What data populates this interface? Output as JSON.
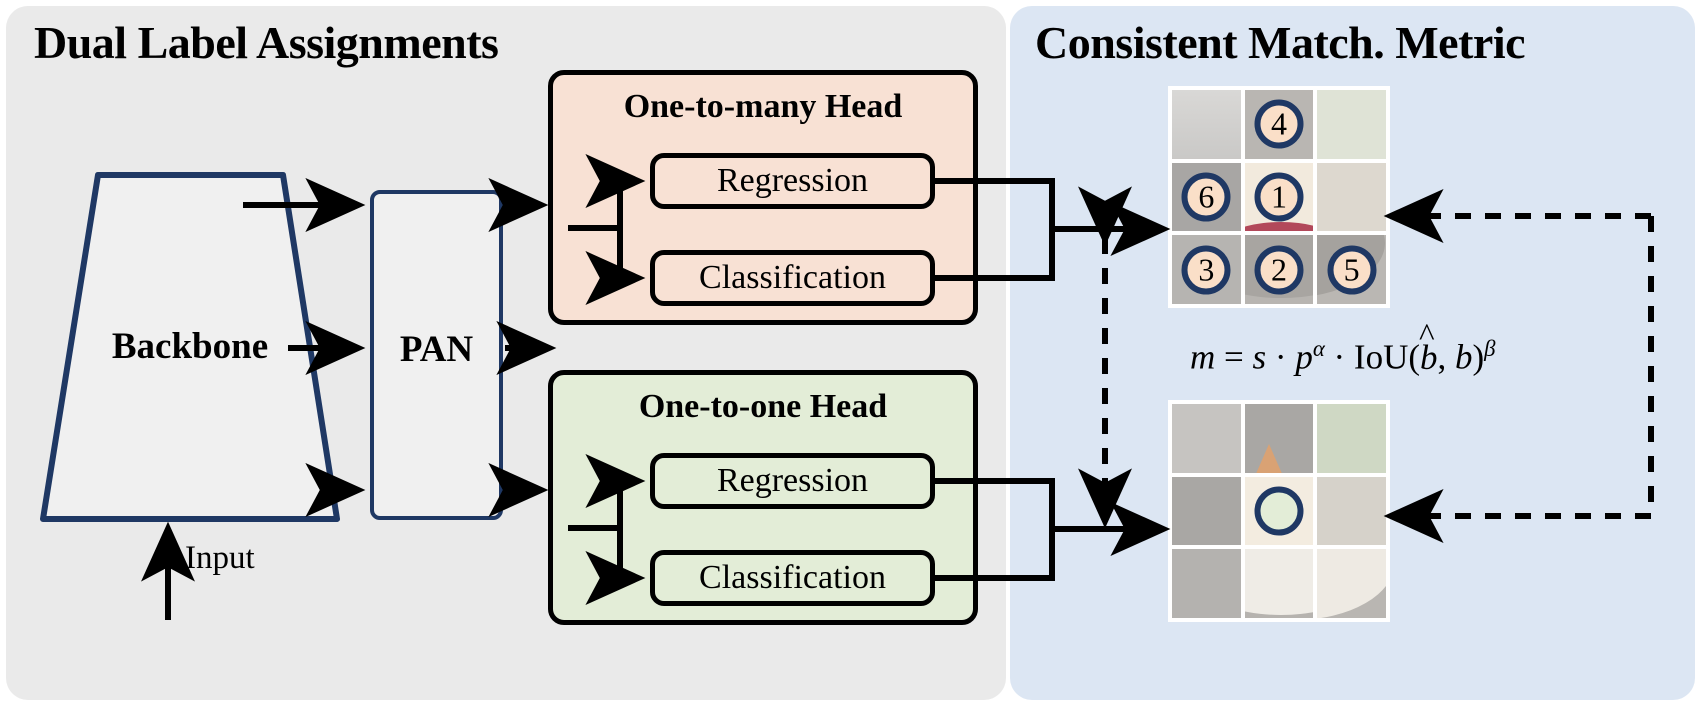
{
  "panels": {
    "left": {
      "title": "Dual Label Assignments",
      "bg": "#eaeaea"
    },
    "right": {
      "title": "Consistent Match. Metric",
      "bg": "#dce6f3"
    }
  },
  "backbone": {
    "label": "Backbone",
    "border_color": "#1f3864",
    "fill": "#f0f0f0"
  },
  "pan": {
    "label": "PAN",
    "border_color": "#1f3864",
    "fill": "#f0f0f0"
  },
  "input": {
    "label": "Input"
  },
  "heads": [
    {
      "id": "one-to-many",
      "title": "One-to-many Head",
      "fill": "#f8e1d4",
      "branches": [
        {
          "label": "Regression"
        },
        {
          "label": "Classification"
        }
      ]
    },
    {
      "id": "one-to-one",
      "title": "One-to-one Head",
      "fill": "#e3edd7",
      "branches": [
        {
          "label": "Regression"
        },
        {
          "label": "Classification"
        }
      ]
    }
  ],
  "formula": {
    "text": "m = s · p^α · IoU(b̂, b)^β",
    "parts": {
      "m": "m",
      "eq": "=",
      "s": "s",
      "dot": "·",
      "p": "p",
      "alpha": "α",
      "iou": "IoU",
      "bhat": "b",
      "b": "b",
      "beta": "β"
    }
  },
  "grids": [
    {
      "id": "one-to-many-grid",
      "markers": [
        {
          "cell": 0,
          "label": ""
        },
        {
          "cell": 1,
          "label": "4",
          "style": "filled"
        },
        {
          "cell": 2,
          "label": ""
        },
        {
          "cell": 3,
          "label": "6",
          "style": "filled"
        },
        {
          "cell": 4,
          "label": "1",
          "style": "filled"
        },
        {
          "cell": 5,
          "label": ""
        },
        {
          "cell": 6,
          "label": "3",
          "style": "filled"
        },
        {
          "cell": 7,
          "label": "2",
          "style": "filled"
        },
        {
          "cell": 8,
          "label": "5",
          "style": "filled"
        }
      ]
    },
    {
      "id": "one-to-one-grid",
      "markers": [
        {
          "cell": 0,
          "label": ""
        },
        {
          "cell": 1,
          "label": ""
        },
        {
          "cell": 2,
          "label": ""
        },
        {
          "cell": 3,
          "label": ""
        },
        {
          "cell": 4,
          "label": "",
          "style": "empty"
        },
        {
          "cell": 5,
          "label": ""
        },
        {
          "cell": 6,
          "label": ""
        },
        {
          "cell": 7,
          "label": ""
        },
        {
          "cell": 8,
          "label": ""
        }
      ]
    }
  ],
  "colors": {
    "navy": "#1f3864",
    "peach": "#f8e1d4",
    "green": "#e3edd7",
    "blue_panel": "#dce6f3",
    "grey_panel": "#eaeaea",
    "line": "#000000"
  }
}
